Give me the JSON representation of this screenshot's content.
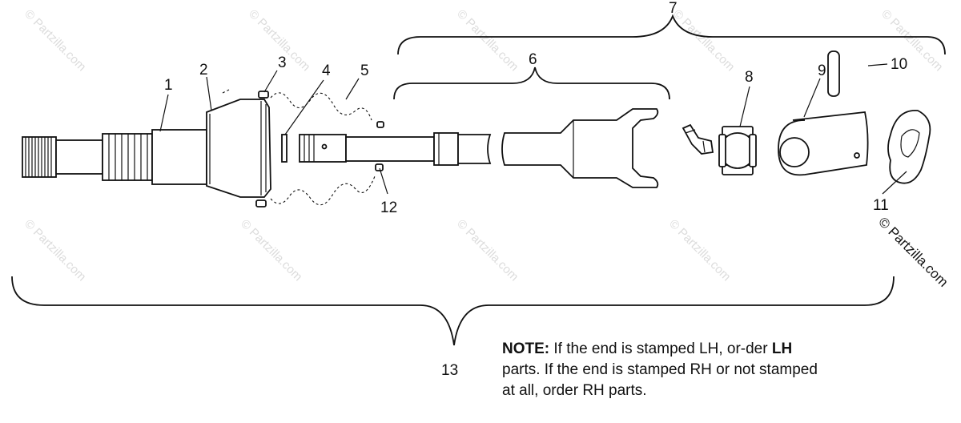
{
  "labels": {
    "l1": "1",
    "l2": "2",
    "l3": "3",
    "l4": "4",
    "l5": "5",
    "l6": "6",
    "l7": "7",
    "l8": "8",
    "l9": "9",
    "l10": "10",
    "l11": "11",
    "l12": "12",
    "l13": "13"
  },
  "watermark": "© Partzilla.com",
  "copyright": "© Partzilla.com",
  "note": {
    "heading": "NOTE:",
    "t1": " If the end is stamped LH, or-der ",
    "b1": "LH",
    "t2": " parts.  If the end is stamped RH or not stamped at all, order RH parts."
  }
}
